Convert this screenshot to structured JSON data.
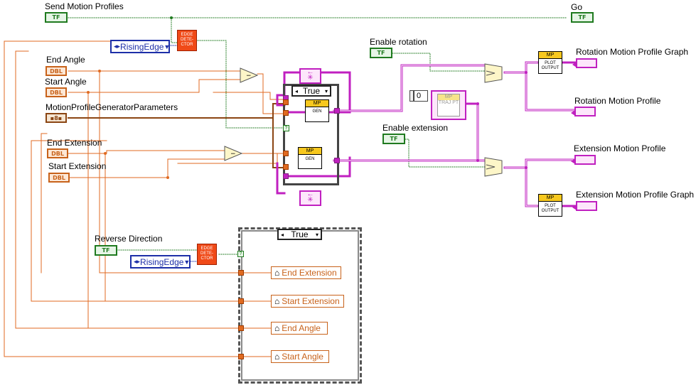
{
  "controls": {
    "send_motion_profiles": "Send Motion Profiles",
    "end_angle": "End Angle",
    "start_angle": "Start Angle",
    "motion_profile_params": "MotionProfileGeneratorParameters",
    "end_extension": "End Extension",
    "start_extension": "Start Extension",
    "reverse_direction": "Reverse Direction",
    "enable_rotation": "Enable rotation",
    "enable_extension": "Enable extension"
  },
  "indicators": {
    "go": "Go",
    "rotation_graph": "Rotation Motion Profile Graph",
    "rotation_profile": "Rotation Motion Profile",
    "extension_profile": "Extension Motion Profile",
    "extension_graph": "Extension Motion Profile Graph"
  },
  "local_vars": {
    "end_extension": "End Extension",
    "start_extension": "Start Extension",
    "end_angle": "End Angle",
    "start_angle": "Start Angle"
  },
  "terminal_types": {
    "bool": "TF",
    "dbl": "DBL",
    "cluster": "▪8▪"
  },
  "enum_value": "RisingEdge",
  "case_selector": "True",
  "numeric_constant": "0",
  "subvis": {
    "edge_detector": "EDGE DETE- CTOR",
    "mp_header": "MP",
    "gen": "GEN",
    "plot_output": "PLOT OUTPUT",
    "traj_pt": "TRAJ PT"
  },
  "colors": {
    "bool": "#1f7a1f",
    "dbl": "#c8621a",
    "enum": "#1d2fa8",
    "path": "#c020c0",
    "edge": "#f04a18"
  }
}
